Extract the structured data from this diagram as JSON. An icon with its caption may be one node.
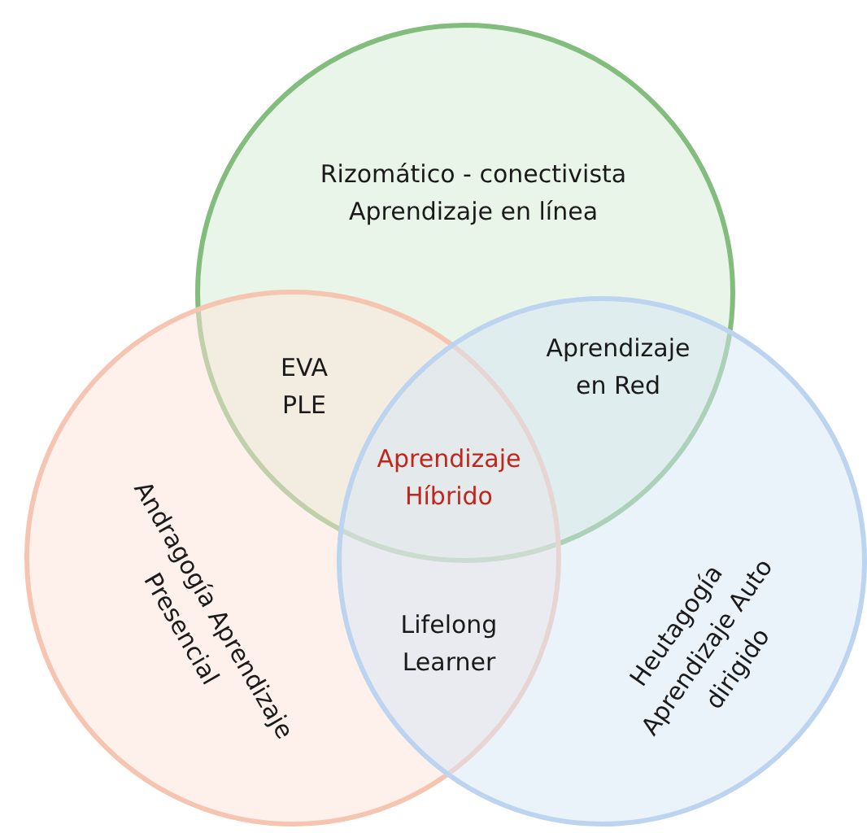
{
  "diagram": {
    "nodes": [
      {
        "text": [
          "Rizomático - conectivista Aprendizaje en línea"
        ]
      },
      {
        "text": [
          "Andragogía Aprendizaje Presencial"
        ]
      },
      {
        "text": [
          "Heutagogía Aprendizaje Auto dirigido"
        ]
      }
    ],
    "labels": [
      "EVA PLE",
      "Aprendizaje en Red",
      "Aprendizaje Híbrido",
      "Lifelong Learner"
    ]
  }
}
